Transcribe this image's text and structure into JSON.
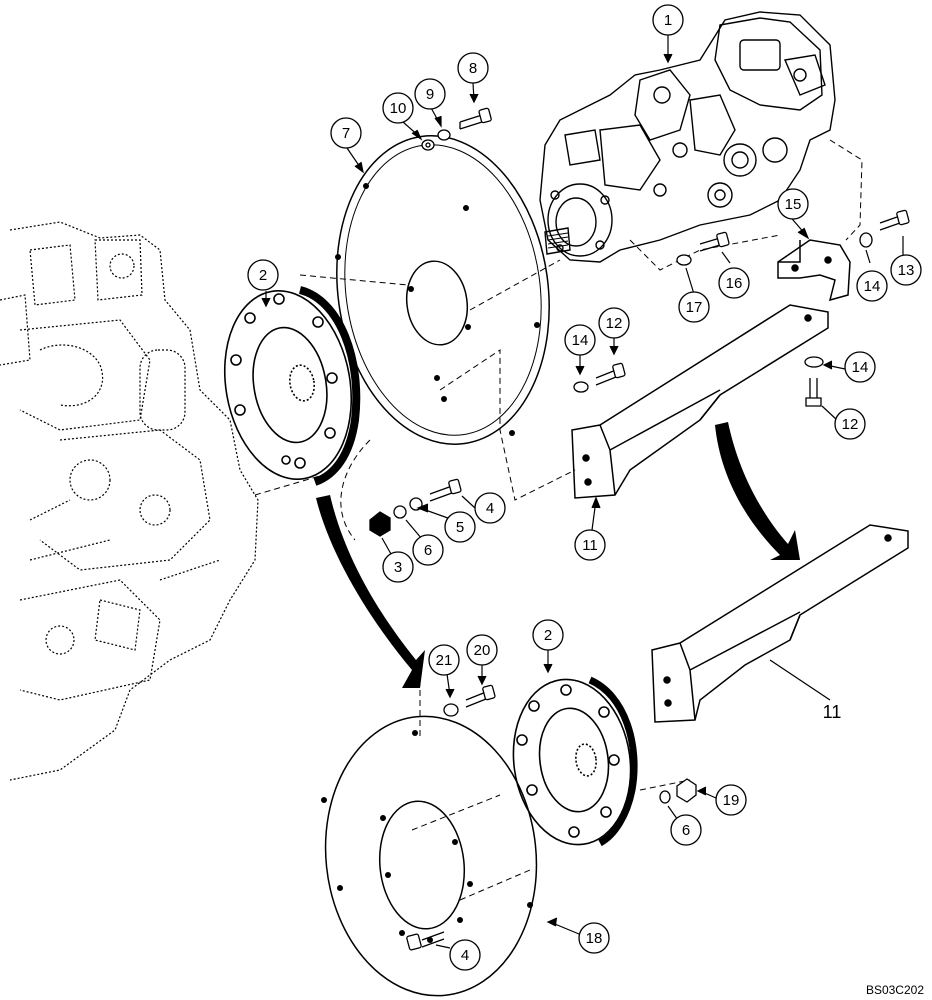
{
  "diagram": {
    "drawing_code": "BS03C202",
    "callouts": [
      {
        "num": "1"
      },
      {
        "num": "2"
      },
      {
        "num": "2"
      },
      {
        "num": "3"
      },
      {
        "num": "4"
      },
      {
        "num": "4"
      },
      {
        "num": "5"
      },
      {
        "num": "6"
      },
      {
        "num": "6"
      },
      {
        "num": "7"
      },
      {
        "num": "8"
      },
      {
        "num": "9"
      },
      {
        "num": "10"
      },
      {
        "num": "11"
      },
      {
        "num": "12"
      },
      {
        "num": "12"
      },
      {
        "num": "13"
      },
      {
        "num": "14"
      },
      {
        "num": "14"
      },
      {
        "num": "14"
      },
      {
        "num": "15"
      },
      {
        "num": "16"
      },
      {
        "num": "17"
      },
      {
        "num": "18"
      },
      {
        "num": "19"
      },
      {
        "num": "20"
      },
      {
        "num": "21"
      }
    ],
    "plain_labels": [
      {
        "text": "11"
      }
    ]
  }
}
